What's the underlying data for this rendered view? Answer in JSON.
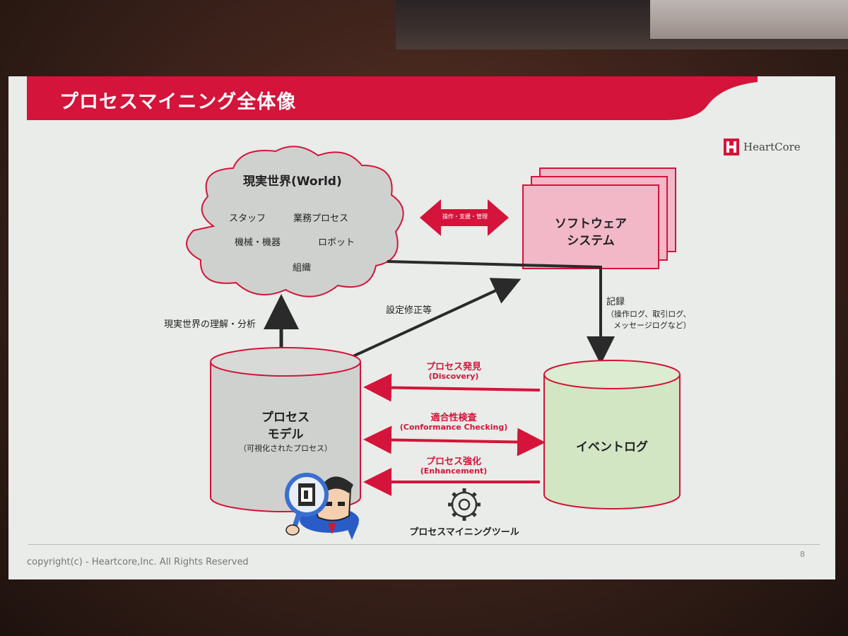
{
  "slide": {
    "title": "プロセスマイニング全体像",
    "logo_text": "HeartCore",
    "page_number": "8",
    "copyright": "copyright(c)  - Heartcore,Inc. All Rights Reserved"
  },
  "cloud": {
    "title": "現実世界(World)",
    "items": [
      "スタッフ",
      "業務プロセス",
      "機械・機器",
      "ロボット",
      "組織"
    ]
  },
  "software": {
    "line1": "ソフトウェア",
    "line2": "システム"
  },
  "double_arrow_label": "操作・支援・管理",
  "record": {
    "title": "記録",
    "detail1": "（操作ログ、取引ログ、",
    "detail2": "メッセージログなど）"
  },
  "config_label": "設定修正等",
  "understanding_label": "現実世界の理解・分析",
  "process_model": {
    "line1": "プロセス",
    "line2": "モデル",
    "line3": "（可視化されたプロセス）"
  },
  "event_log": {
    "label": "イベントログ"
  },
  "flows": [
    {
      "jp": "プロセス発見",
      "en": "(Discovery)"
    },
    {
      "jp": "適合性検査",
      "en": "(Conformance Checking)"
    },
    {
      "jp": "プロセス強化",
      "en": "(Enhancement)"
    }
  ],
  "tool_label": "プロセスマイニングツール",
  "colors": {
    "accent_red": "#d4143a",
    "pink_fill": "#f2b8c8",
    "green_fill": "#d2e6c4",
    "gray_fill": "#cfd1ce"
  },
  "icons": [
    "gear-icon",
    "magnifier-mascot-icon",
    "heartcore-logo-icon"
  ]
}
